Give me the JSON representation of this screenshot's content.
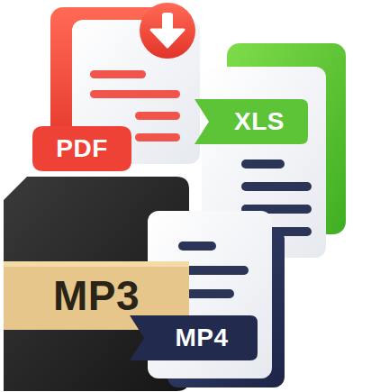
{
  "diagram": {
    "nodes": [
      {
        "text": [
          "PDF"
        ]
      },
      {
        "text": [
          "XLS"
        ]
      },
      {
        "text": [
          "MP3"
        ]
      },
      {
        "text": [
          "MP4"
        ]
      }
    ]
  }
}
